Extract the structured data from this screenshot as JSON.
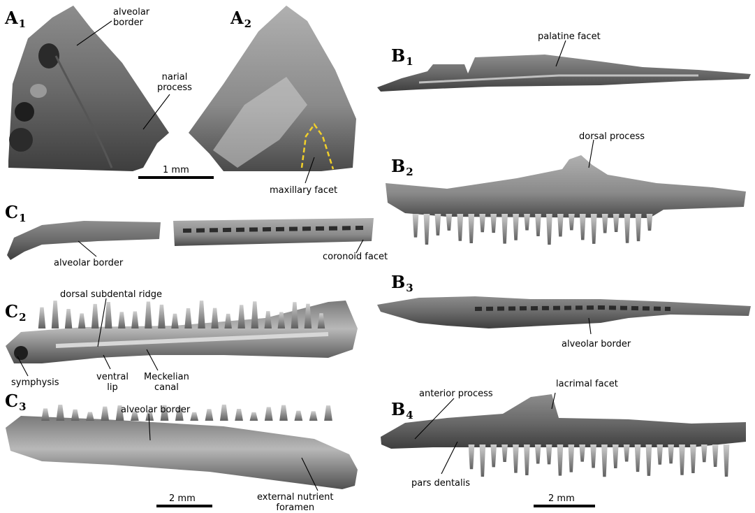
{
  "panels": {
    "A1": {
      "letter": "A",
      "sub": "1"
    },
    "A2": {
      "letter": "A",
      "sub": "2"
    },
    "B1": {
      "letter": "B",
      "sub": "1"
    },
    "B2": {
      "letter": "B",
      "sub": "2"
    },
    "B3": {
      "letter": "B",
      "sub": "3"
    },
    "B4": {
      "letter": "B",
      "sub": "4"
    },
    "C1": {
      "letter": "C",
      "sub": "1"
    },
    "C2": {
      "letter": "C",
      "sub": "2"
    },
    "C3": {
      "letter": "C",
      "sub": "3"
    }
  },
  "annotations": {
    "alveolar_border_a1": "alveolar\nborder",
    "narial_process": "narial\nprocess",
    "maxillary_facet": "maxillary facet",
    "palatine_facet": "palatine facet",
    "dorsal_process": "dorsal process",
    "alveolar_border_b3": "alveolar border",
    "anterior_process": "anterior process",
    "lacrimal_facet": "lacrimal facet",
    "pars_dentalis": "pars dentalis",
    "alveolar_border_c1": "alveolar border",
    "coronoid_facet": "coronoid facet",
    "dorsal_subdental_ridge": "dorsal subdental ridge",
    "symphysis": "symphysis",
    "ventral_lip": "ventral\nlip",
    "meckelian_canal": "Meckelian\ncanal",
    "alveolar_border_c3": "alveolar border",
    "external_nutrient_foramen": "external nutrient\nforamen"
  },
  "scale_bars": {
    "a": "1 mm",
    "c": "2 mm",
    "b": "2 mm"
  },
  "colors": {
    "bone_dark": "#3a3a3a",
    "bone_mid": "#6e6e6e",
    "bone_light": "#a9a9a9",
    "facet_outline": "#f2d02a"
  }
}
